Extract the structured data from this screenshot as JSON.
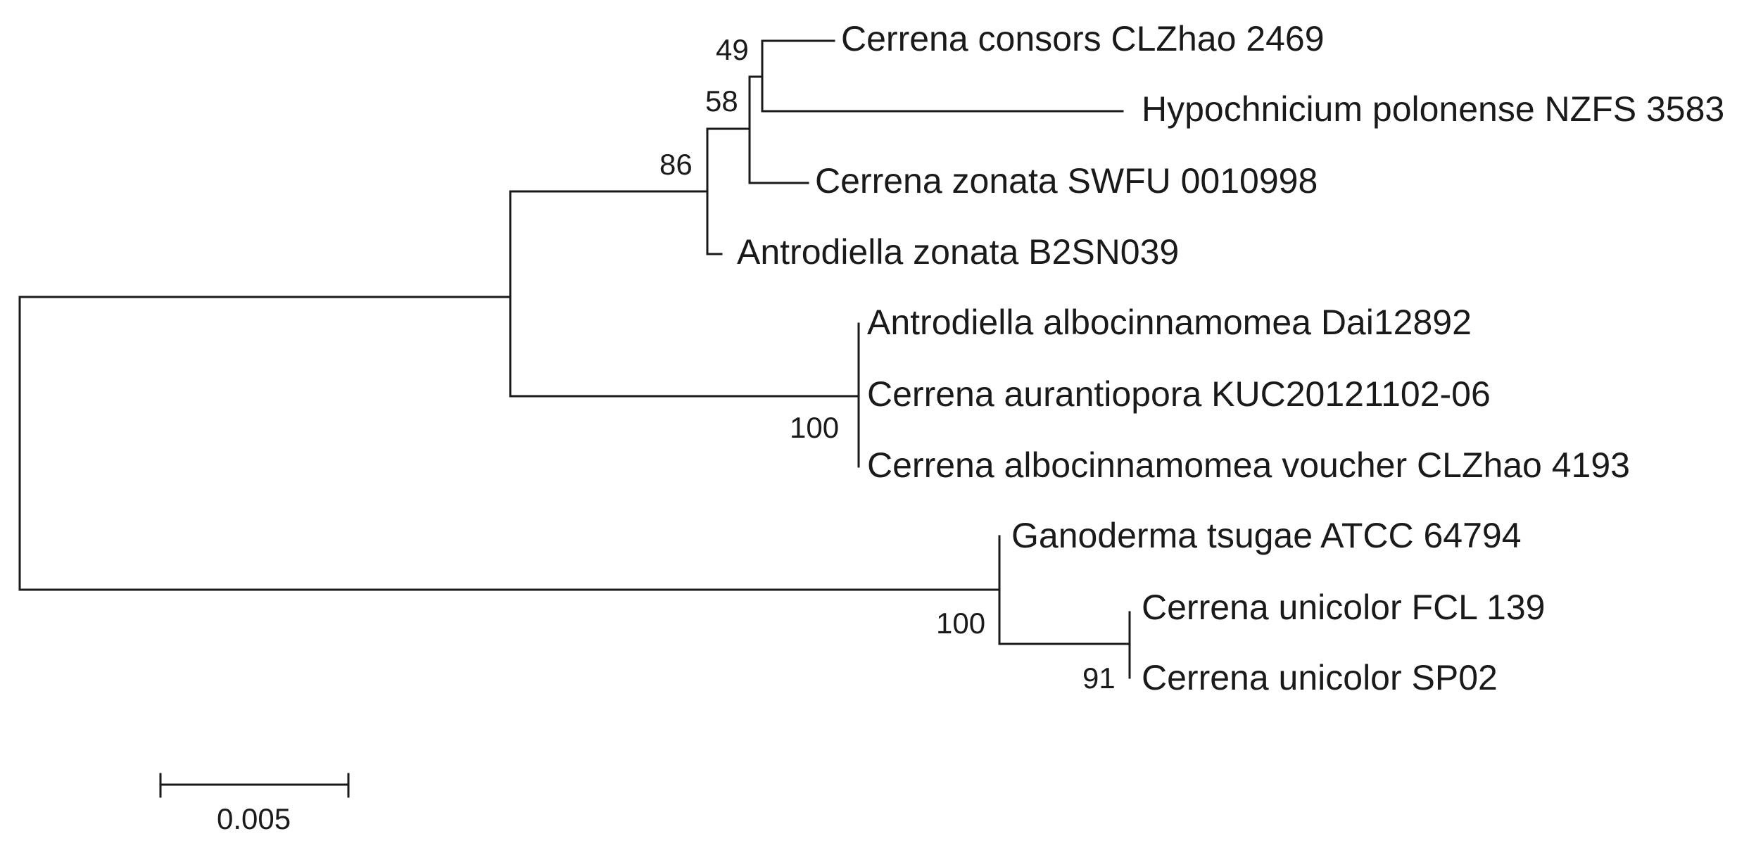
{
  "tree": {
    "taxa": [
      "Cerrena consors CLZhao 2469",
      "Hypochnicium polonense NZFS 3583",
      "Cerrena zonata SWFU 0010998",
      "Antrodiella zonata B2SN039",
      "Antrodiella albocinnamomea Dai12892",
      "Cerrena aurantiopora KUC20121102-06",
      "Cerrena albocinnamomea voucher CLZhao 4193",
      "Ganoderma tsugae ATCC 64794",
      "Cerrena unicolor FCL 139",
      "Cerrena unicolor SP02"
    ],
    "support": {
      "n49": "49",
      "n58": "58",
      "n86": "86",
      "n100a": "100",
      "n100b": "100",
      "n91": "91"
    },
    "scale_bar_label": "0.005"
  }
}
